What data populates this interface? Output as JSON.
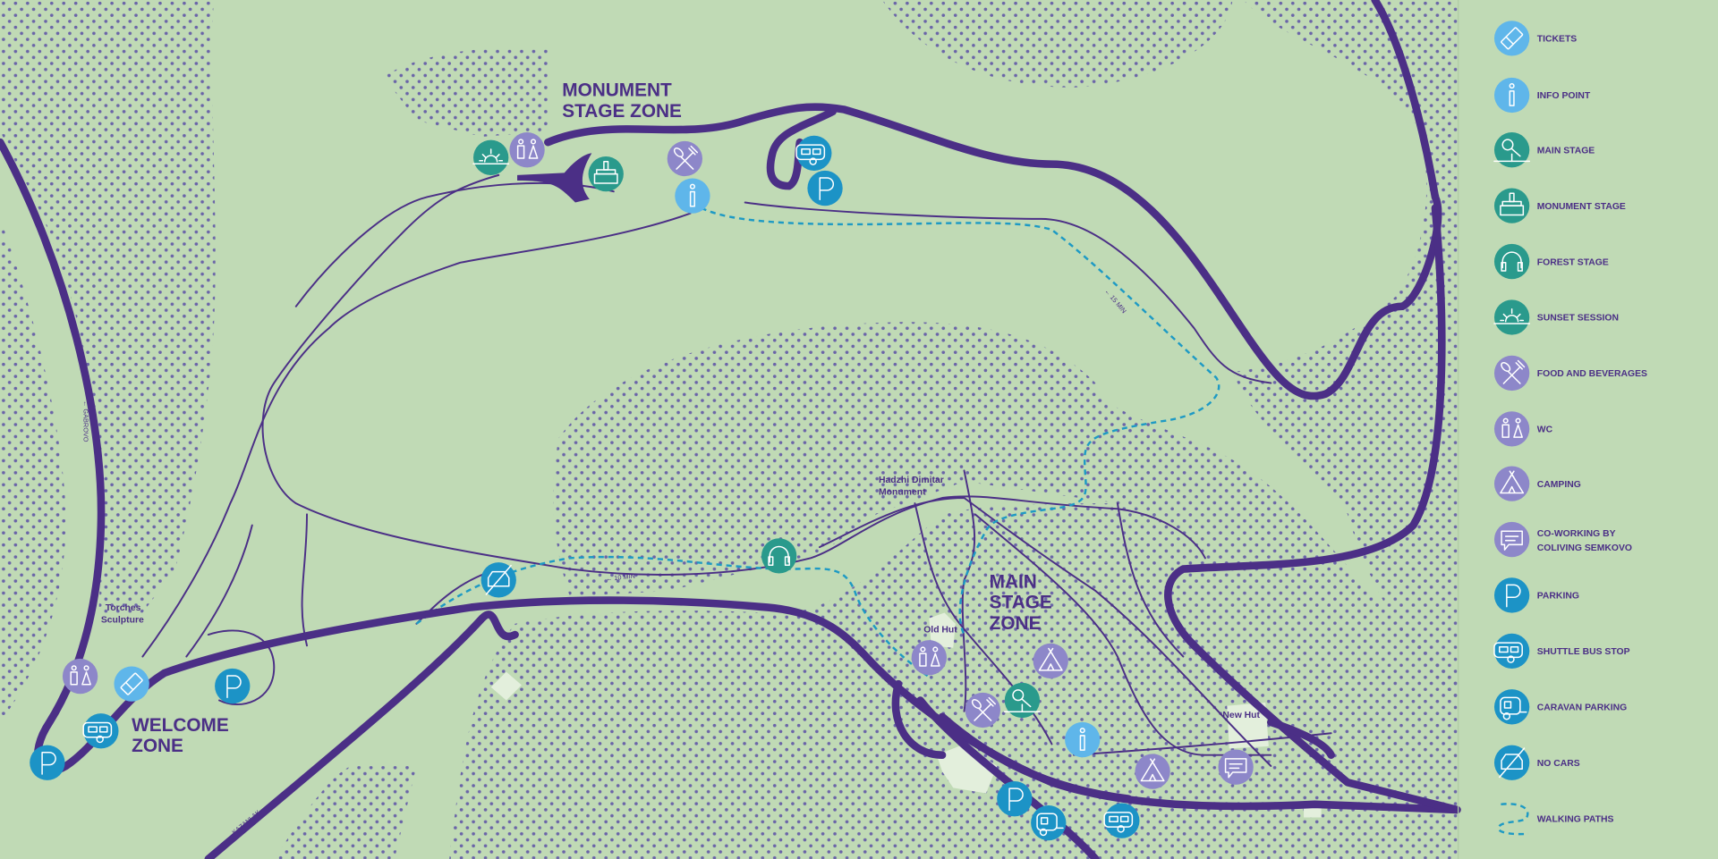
{
  "zones": {
    "monument": [
      "MONUMENT",
      "STAGE ZONE"
    ],
    "welcome": [
      "WELCOME",
      "ZONE"
    ],
    "main": [
      "MAIN",
      "STAGE",
      "ZONE"
    ]
  },
  "places": {
    "torches": [
      "Torches",
      "Sculpture"
    ],
    "hadzhi": [
      "Hadzhi Dimitar",
      "Monument"
    ],
    "old_hut": "Old Hut",
    "new_hut": "New Hut"
  },
  "directions": {
    "gabrovo": "← GABROVO",
    "kazanlak": "← KAZANLAK",
    "walk_10": "← 10 MIN",
    "walk_15": "← 15 MIN"
  },
  "colors": {
    "background": "#c0dab5",
    "road": "#4b2f86",
    "walking_path": "#1e9ac4",
    "light_blue": "#5fb6ea",
    "teal": "#2a9a8c",
    "lavender": "#8d87c9",
    "blue": "#1c93c6"
  },
  "legend": {
    "items": [
      {
        "icon": "ticket-icon",
        "label": "TICKETS"
      },
      {
        "icon": "info-icon",
        "label": "INFO POINT"
      },
      {
        "icon": "microphone-icon",
        "label": "MAIN STAGE"
      },
      {
        "icon": "monument-icon",
        "label": "MONUMENT STAGE"
      },
      {
        "icon": "headphones-icon",
        "label": "FOREST STAGE"
      },
      {
        "icon": "sunset-icon",
        "label": "SUNSET SESSION"
      },
      {
        "icon": "food-icon",
        "label": "FOOD AND BEVERAGES"
      },
      {
        "icon": "wc-icon",
        "label": "WC"
      },
      {
        "icon": "tent-icon",
        "label": "CAMPING"
      },
      {
        "icon": "chat-bubble-icon",
        "label": "CO-WORKING BY",
        "label2": "COLIVING SEMKOVO"
      },
      {
        "icon": "parking-icon",
        "label": "PARKING"
      },
      {
        "icon": "bus-icon",
        "label": "SHUTTLE BUS STOP"
      },
      {
        "icon": "caravan-icon",
        "label": "CARAVAN PARKING"
      },
      {
        "icon": "no-cars-icon",
        "label": "NO CARS"
      },
      {
        "icon": "walking-path-icon",
        "label": "WALKING PATHS"
      }
    ]
  }
}
